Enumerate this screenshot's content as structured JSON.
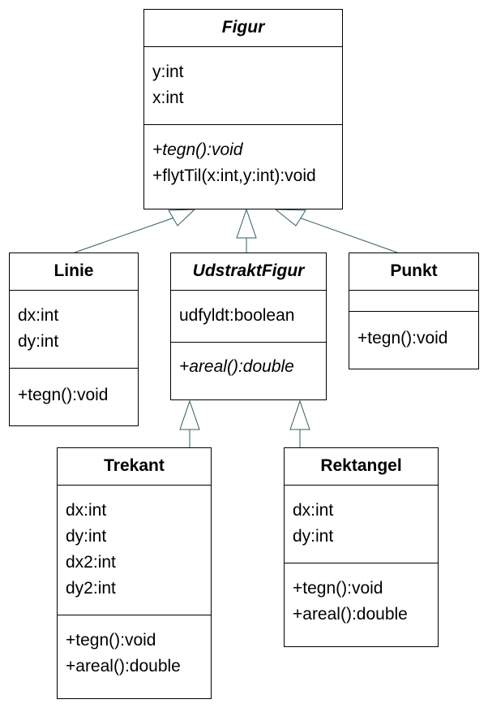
{
  "classes": {
    "figur": {
      "name": "Figur",
      "attributes": [
        "y:int",
        "x:int"
      ],
      "methods": [
        "+tegn():void",
        "+flytTil(x:int,y:int):void"
      ]
    },
    "linie": {
      "name": "Linie",
      "attributes": [
        "dx:int",
        "dy:int"
      ],
      "methods": [
        "+tegn():void"
      ]
    },
    "udstrakt": {
      "name": "UdstraktFigur",
      "attributes": [
        "udfyldt:boolean"
      ],
      "methods": [
        "+areal():double"
      ]
    },
    "punkt": {
      "name": "Punkt",
      "attributes": [],
      "methods": [
        "+tegn():void"
      ]
    },
    "trekant": {
      "name": "Trekant",
      "attributes": [
        "dx:int",
        "dy:int",
        "dx2:int",
        "dy2:int"
      ],
      "methods": [
        "+tegn():void",
        "+areal():double"
      ]
    },
    "rektangel": {
      "name": "Rektangel",
      "attributes": [
        "dx:int",
        "dy:int"
      ],
      "methods": [
        "+tegn():void",
        "+areal():double"
      ]
    }
  },
  "colors": {
    "connector": "#2f5f5f",
    "border": "#000000"
  }
}
